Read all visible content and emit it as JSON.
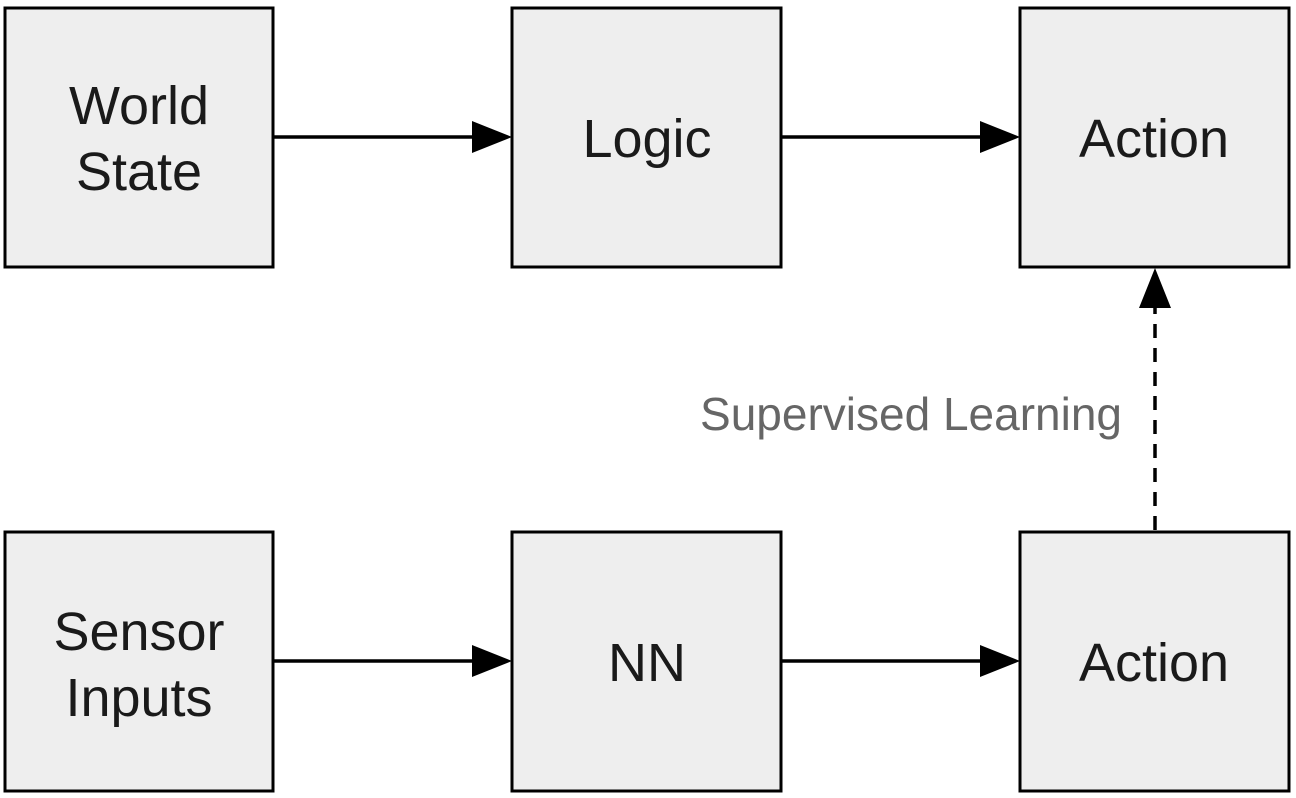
{
  "nodes": {
    "world_state": {
      "line1": "World",
      "line2": "State"
    },
    "logic": {
      "label": "Logic"
    },
    "action_top": {
      "label": "Action"
    },
    "sensor_inputs": {
      "line1": "Sensor",
      "line2": "Inputs"
    },
    "nn": {
      "label": "NN"
    },
    "action_bottom": {
      "label": "Action"
    }
  },
  "edges": {
    "supervised": {
      "label": "Supervised Learning"
    }
  }
}
